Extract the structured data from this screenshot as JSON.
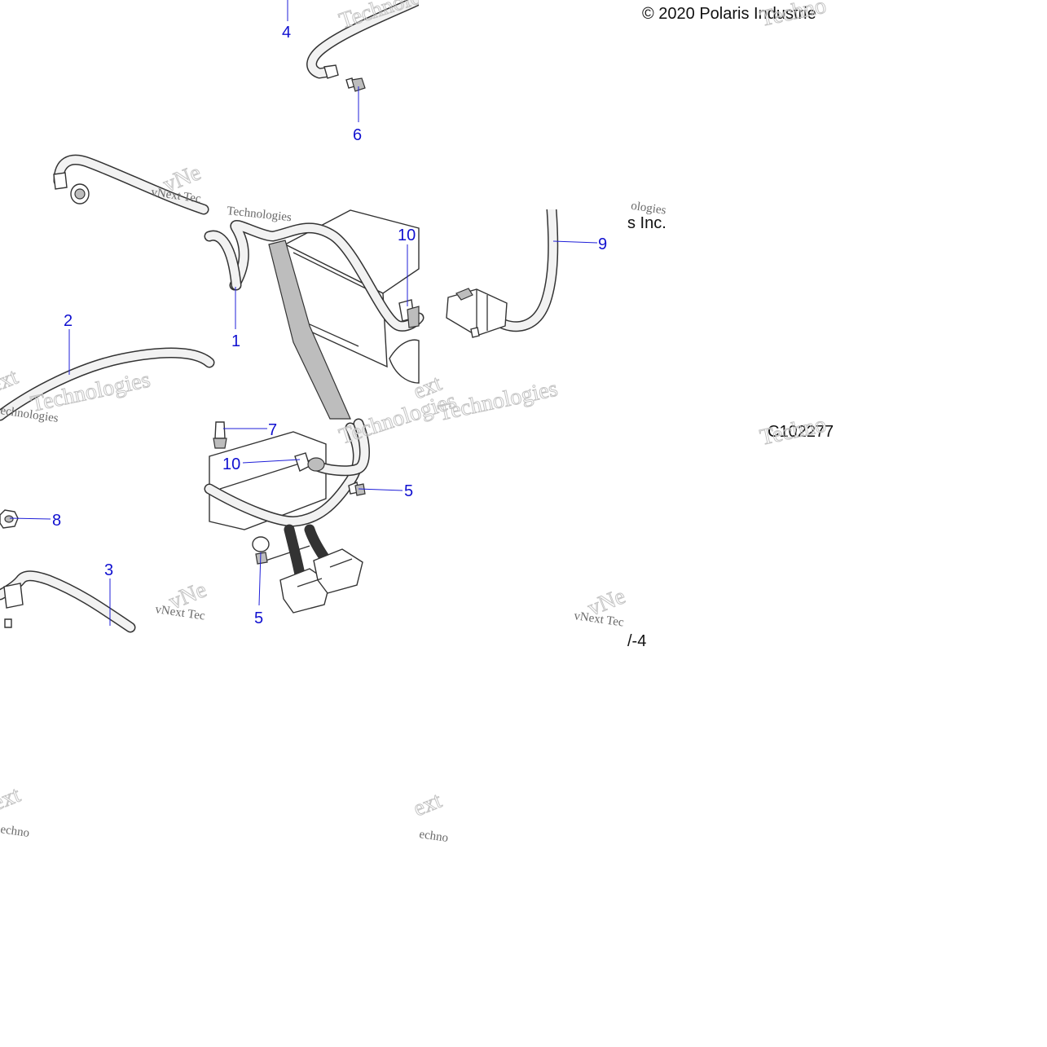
{
  "copyright": "© 2020 Polaris Industrie",
  "copyright_tail": "s Inc.",
  "figure_code": "C102277",
  "page_fragment": "/-4",
  "watermarks": {
    "vnext_technologies": "vNext Technologies",
    "vnext_tec": "vNext Tec",
    "vne": "vNe",
    "technologies": "Technologies",
    "next": "Next",
    "techno": "Techno",
    "technolo": "Technolo",
    "echnologies": "echnologies",
    "ext": "ext",
    "echno": "echno"
  },
  "callouts": [
    {
      "id": "1",
      "label": "1"
    },
    {
      "id": "2",
      "label": "2"
    },
    {
      "id": "3",
      "label": "3"
    },
    {
      "id": "4",
      "label": "4"
    },
    {
      "id": "5a",
      "label": "5"
    },
    {
      "id": "5b",
      "label": "5"
    },
    {
      "id": "6",
      "label": "6"
    },
    {
      "id": "7",
      "label": "7"
    },
    {
      "id": "8",
      "label": "8"
    },
    {
      "id": "9",
      "label": "9"
    },
    {
      "id": "10a",
      "label": "10"
    },
    {
      "id": "10b",
      "label": "10"
    }
  ],
  "colors": {
    "callout": "#1010d0",
    "line_art": "#333333",
    "background": "#ffffff"
  }
}
